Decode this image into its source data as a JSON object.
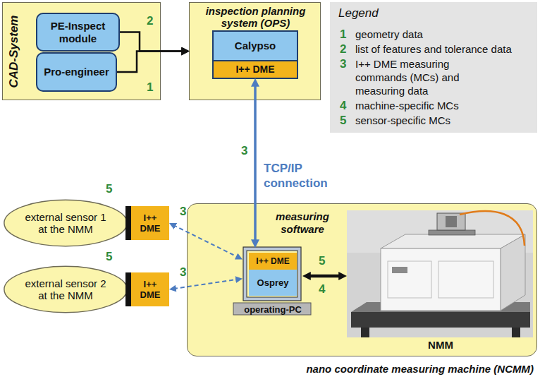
{
  "diagram": {
    "nodes": [
      {
        "text": [
          "CAD-System"
        ]
      },
      {
        "text": [
          "PE-Inspect module"
        ],
        "in": 0
      },
      {
        "text": [
          "Pro-engineer"
        ],
        "in": 0
      },
      {
        "text": [
          "inspection planning system (OPS)"
        ]
      },
      {
        "text": [
          "Calypso"
        ],
        "in": 3
      },
      {
        "text": [
          "I++ DME"
        ],
        "in": 3
      },
      {
        "text": [
          "external sensor 1 at the NMM"
        ]
      },
      {
        "text": [
          "I++ DME"
        ],
        "in": 6
      },
      {
        "text": [
          "external sensor 2 at the NMM"
        ]
      },
      {
        "text": [
          "I++ DME"
        ],
        "in": 8
      },
      {
        "text": [
          "measuring software",
          "nano coordinate measuring machine (NCMM)"
        ]
      },
      {
        "text": [
          "operating-PC"
        ],
        "in": 10
      },
      {
        "text": [
          "I++ DME"
        ],
        "in": 11
      },
      {
        "text": [
          "Osprey"
        ],
        "in": 11
      },
      {
        "text": [
          "NMM"
        ],
        "in": 10
      }
    ],
    "edges": [
      {
        "from": 1,
        "to": 3,
        "arrow": "to"
      },
      {
        "from": 2,
        "to": 3,
        "arrow": "to"
      },
      {
        "from": 5,
        "to": 12,
        "arrow": "both",
        "label": "TCP/IP connection"
      },
      {
        "from": 7,
        "to": 11,
        "arrow": "both"
      },
      {
        "from": 9,
        "to": 11,
        "arrow": "both"
      },
      {
        "from": 11,
        "to": 14,
        "arrow": "both"
      }
    ],
    "labels": [
      "2",
      "1",
      "Legend",
      "1",
      "2",
      "3",
      "4",
      "5",
      "3",
      "5",
      "3",
      "5",
      "3",
      "5",
      "4"
    ],
    "legend": [
      {
        "text": "geometry data"
      },
      {
        "text": "list of features and tolerance data"
      },
      {
        "text": "I++ DME measuring commands (MCs) and measuring data"
      },
      {
        "text": "machine-specific MCs"
      },
      {
        "text": "sensor-specific MCs"
      }
    ]
  }
}
